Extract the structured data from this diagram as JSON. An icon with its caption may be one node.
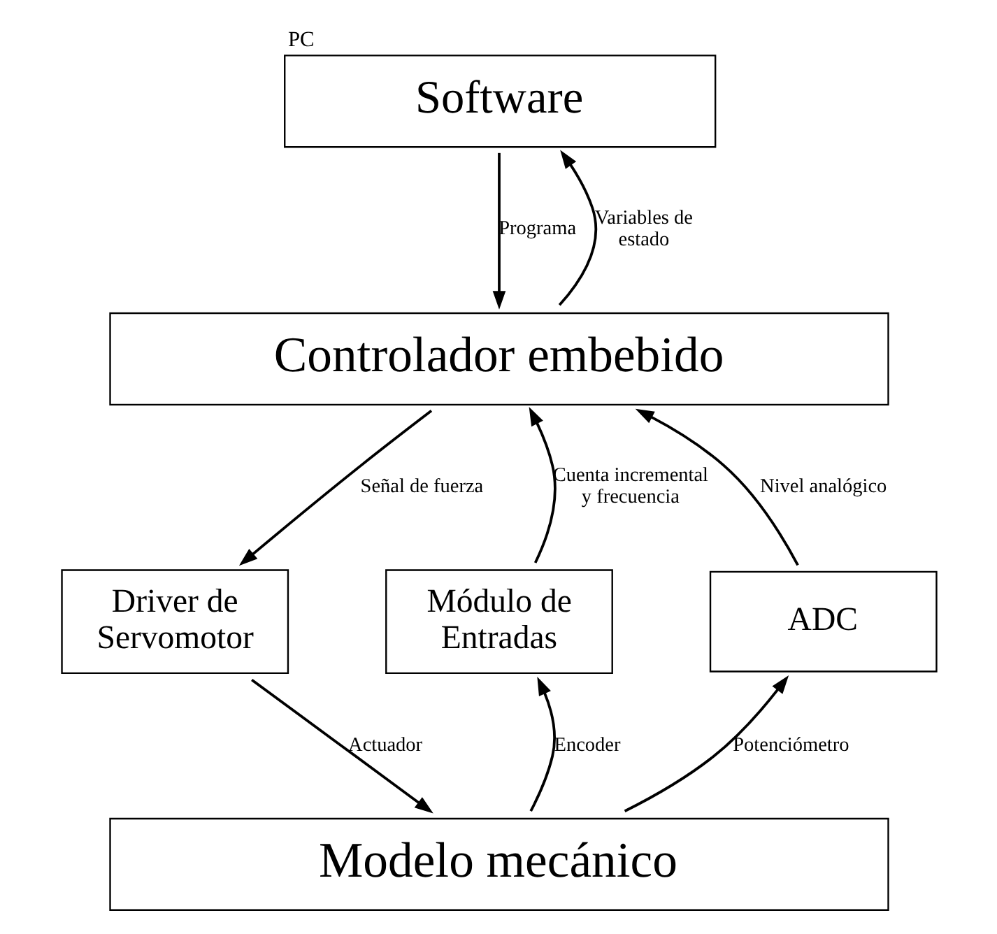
{
  "diagram": {
    "nodes": [
      {
        "text": [
          "PC",
          "Software"
        ]
      },
      {
        "text": [
          "Controlador embebido"
        ]
      },
      {
        "text": [
          "Driver de Servomotor"
        ]
      },
      {
        "text": [
          "Módulo de Entradas"
        ]
      },
      {
        "text": [
          "ADC"
        ]
      },
      {
        "text": [
          "Modelo mecánico"
        ]
      }
    ],
    "edges": [
      {
        "from": 0,
        "to": 1,
        "arrow": "to",
        "label": "Programa"
      },
      {
        "from": 1,
        "to": 0,
        "arrow": "to",
        "label": "Variables de estado"
      },
      {
        "from": 1,
        "to": 2,
        "arrow": "to",
        "label": "Señal de fuerza"
      },
      {
        "from": 3,
        "to": 1,
        "arrow": "to",
        "label": "Cuenta incremental y frecuencia"
      },
      {
        "from": 4,
        "to": 1,
        "arrow": "to",
        "label": "Nivel analógico"
      },
      {
        "from": 2,
        "to": 5,
        "arrow": "to",
        "label": "Actuador"
      },
      {
        "from": 5,
        "to": 3,
        "arrow": "to",
        "label": "Encoder"
      },
      {
        "from": 5,
        "to": 4,
        "arrow": "to",
        "label": "Potenciómetro"
      }
    ]
  }
}
